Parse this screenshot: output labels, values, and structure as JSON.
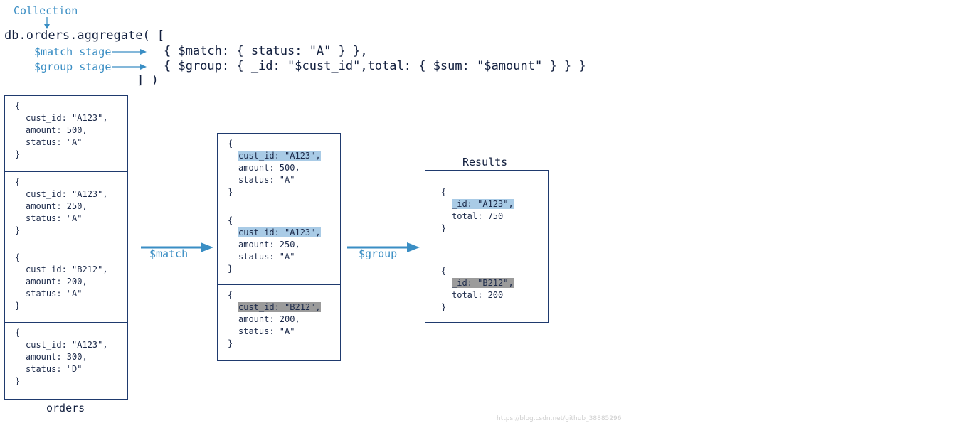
{
  "annotations": {
    "collection": "Collection",
    "match_stage": "$match stage",
    "group_stage": "$group stage"
  },
  "code": {
    "line1": "db.orders.aggregate( [",
    "line2": "{ $match: { status: \"A\" } },",
    "line3": "{ $group: { _id: \"$cust_id\",total: { $sum: \"$amount\" } } }",
    "line4": "] )"
  },
  "orders": {
    "label": "orders",
    "docs": [
      {
        "open": "{",
        "cust_id": "cust_id: \"A123\",",
        "amount": "amount: 500,",
        "status": "status: \"A\"",
        "close": "}"
      },
      {
        "open": "{",
        "cust_id": "cust_id: \"A123\",",
        "amount": "amount: 250,",
        "status": "status: \"A\"",
        "close": "}"
      },
      {
        "open": "{",
        "cust_id": "cust_id: \"B212\",",
        "amount": "amount: 200,",
        "status": "status: \"A\"",
        "close": "}"
      },
      {
        "open": "{",
        "cust_id": "cust_id: \"A123\",",
        "amount": "amount: 300,",
        "status": "status: \"D\"",
        "close": "}"
      }
    ]
  },
  "matched": {
    "docs": [
      {
        "open": "{",
        "cust_id": "cust_id: \"A123\",",
        "amount": "amount: 500,",
        "status": "status: \"A\"",
        "close": "}"
      },
      {
        "open": "{",
        "cust_id": "cust_id: \"A123\",",
        "amount": "amount: 250,",
        "status": "status: \"A\"",
        "close": "}"
      },
      {
        "open": "{",
        "cust_id": "cust_id: \"B212\",",
        "amount": "amount: 200,",
        "status": "status: \"A\"",
        "close": "}"
      }
    ]
  },
  "results": {
    "label": "Results",
    "docs": [
      {
        "open": "{",
        "id": "_id: \"A123\",",
        "total": "total: 750",
        "close": "}"
      },
      {
        "open": "{",
        "id": "_id: \"B212\",",
        "total": "total: 200",
        "close": "}"
      }
    ]
  },
  "stages": {
    "match": "$match",
    "group": "$group"
  },
  "watermark": "https://blog.csdn.net/github_38885296",
  "colors": {
    "accent": "#3a8ec4",
    "border": "#1f3a6e",
    "highlight_blue": "#a9cbe6",
    "highlight_gray": "#9b9b9b"
  }
}
